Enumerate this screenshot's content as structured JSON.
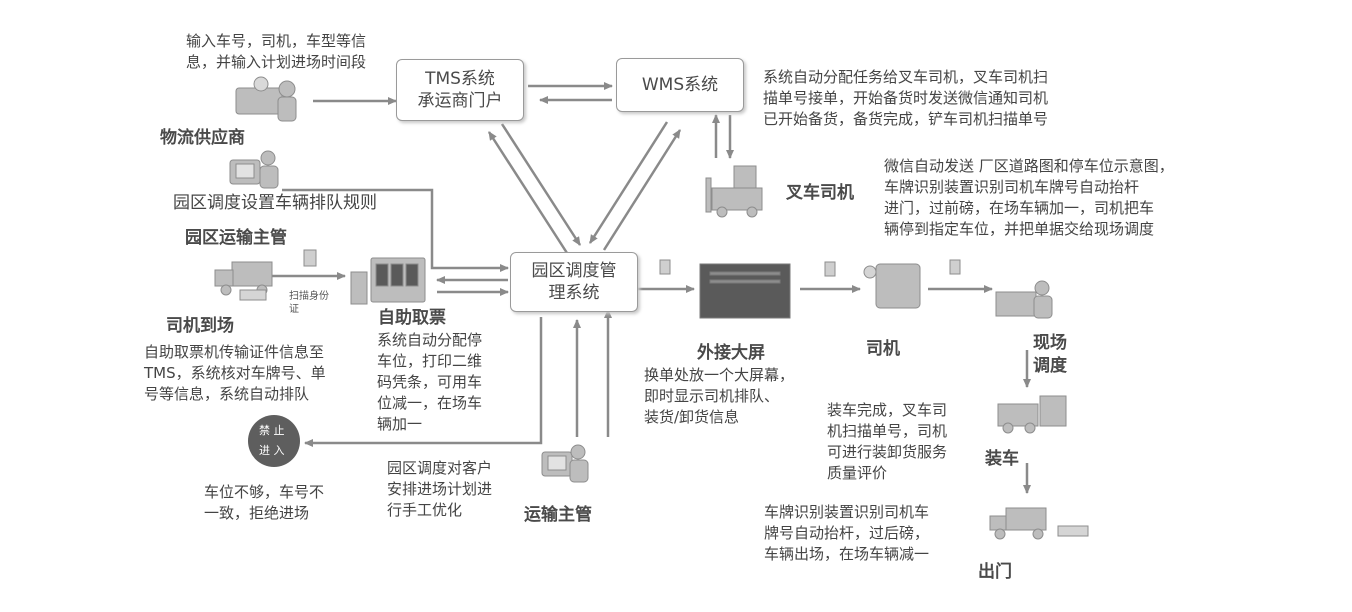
{
  "systems": {
    "tms": "TMS系统\n承运商门户",
    "wms": "WMS系统",
    "park": "园区调度管\n理系统"
  },
  "roles": {
    "supplier": "物流供应商",
    "forklift": "叉车司机",
    "park_transport": "园区运输主管",
    "driver_arrive": "司机到场",
    "self_ticket": "自助取票",
    "screen": "外接大屏",
    "driver": "司机",
    "onsite": "现场\n调度",
    "loading": "装车",
    "exit": "出门",
    "transport_mgr": "运输主管"
  },
  "notes": {
    "supplier_input": "输入车号，司机，车型等信\n息，并输入计划进场时间段",
    "wms_desc": "系统自动分配任务给叉车司机，叉车司机扫\n描单号接单，开始备货时发送微信通知司机\n已开始备货，备货完成，铲车司机扫描单号",
    "wechat_desc": "微信自动发送 厂区道路图和停车位示意图，\n车牌识别装置识别司机车牌号自动抬杆\n进门，过前磅，在场车辆加一，司机把车\n辆停到指定车位，并把单据交给现场调度",
    "park_rule": "园区调度设置车辆排队规则",
    "scan_id": "扫描身份\n证",
    "ticket_machine": "自助取票机传输证件信息至\nTMS，系统核对车牌号、单\n号等信息，系统自动排队",
    "auto_assign": "系统自动分配停\n车位，打印二维\n码凭条，可用车\n位减一，在场车\n辆加一",
    "screen_desc": "换单处放一个大屏幕，\n即时显示司机排队、\n装货/卸货信息",
    "loading_done": "装车完成，叉车司\n机扫描单号，司机\n可进行装卸货服务\n质量评价",
    "exit_desc": "车牌识别装置识别司机车\n牌号自动抬杆，过后磅，\n车辆出场，在场车辆减一",
    "reject": "车位不够，车号不\n一致，拒绝进场",
    "manual_opt": "园区调度对客户\n安排进场计划进\n行手工优化",
    "no_entry_top": "禁 止",
    "no_entry_bottom": "进 入"
  },
  "colors": {
    "line": "#8a8a8a",
    "text": "#444444",
    "box_border": "#9a9a9a"
  }
}
